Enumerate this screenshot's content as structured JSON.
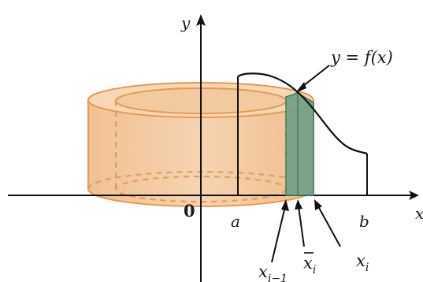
{
  "labels": {
    "y_axis": "y",
    "x_axis": "x",
    "origin": "0",
    "curve": "y = f(x)",
    "a": "a",
    "b": "b",
    "x_im1_base": "x",
    "x_im1_sub": "i−1",
    "xbar_base": "x",
    "xbar_sub": "i",
    "x_i_base": "x",
    "x_i_sub": "i"
  },
  "colors": {
    "cylinder_fill": "#f3c9a0",
    "cylinder_edge": "#e39a52",
    "hidden_edge": "#e39a52",
    "strip_fill": "#6f9f86",
    "strip_edge": "#3f7f62",
    "ink": "#111111"
  }
}
